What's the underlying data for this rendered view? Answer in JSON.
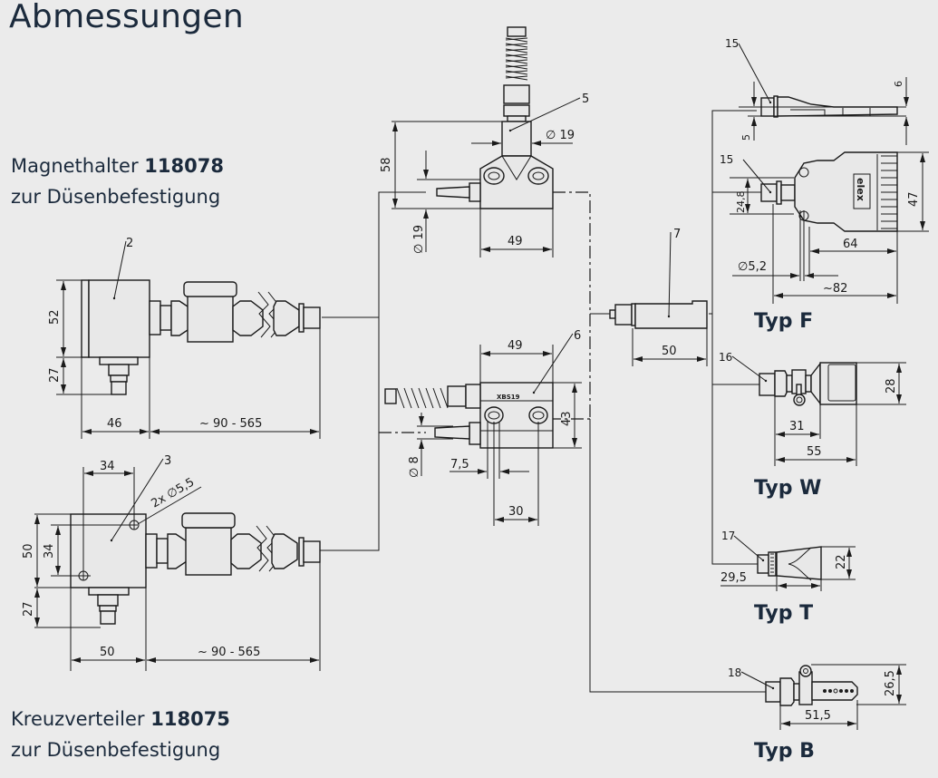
{
  "page": {
    "title": "Abmessungen",
    "colors": {
      "background": "#ebebeb",
      "text": "#1b2a3c",
      "line": "#1a1a1a"
    }
  },
  "captions": {
    "magnethalter": {
      "name": "Magnethalter",
      "code": "118078",
      "sub": "zur Düsenbefestigung"
    },
    "kreuzverteiler": {
      "name": "Kreuzverteiler",
      "code": "118075",
      "sub": "zur Düsenbefestigung"
    }
  },
  "nozzle_types": {
    "F": "Typ F",
    "W": "Typ W",
    "T": "Typ T",
    "B": "Typ B"
  },
  "parts": {
    "magnethalter": {
      "ref": "2",
      "dims": {
        "height": "52",
        "foot": "27",
        "width": "46",
        "hose": "~ 90 - 565"
      }
    },
    "kreuzverteiler": {
      "ref": "3",
      "holes": "2x ∅5,5",
      "dims": {
        "hole_spacing_x": "34",
        "hole_spacing_y": "34",
        "height": "50",
        "foot": "27",
        "width": "50",
        "hose": "~ 90 - 565"
      }
    },
    "part5": {
      "ref": "5",
      "dims": {
        "height": "58",
        "dia_top": "∅ 19",
        "dia_side": "∅ 19",
        "width": "49"
      }
    },
    "part6": {
      "ref": "6",
      "label": "XBS19",
      "dims": {
        "width": "49",
        "height": "43",
        "dia": "∅ 8",
        "slot": "7,5",
        "spacing": "30"
      }
    },
    "part7": {
      "ref": "7",
      "dims": {
        "length": "50"
      }
    },
    "typ_f_side": {
      "ref": "15",
      "dims": {
        "a": "6",
        "b": "5"
      }
    },
    "typ_f": {
      "ref": "15",
      "dims": {
        "h": "24,8",
        "height": "47",
        "width": "64",
        "total": "~82",
        "dia": "∅5,2"
      },
      "logo": "elex"
    },
    "typ_w": {
      "ref": "16",
      "dims": {
        "height": "28",
        "a": "31",
        "b": "55"
      }
    },
    "typ_t": {
      "ref": "17",
      "dims": {
        "height": "22",
        "length": "29,5"
      }
    },
    "typ_b": {
      "ref": "18",
      "dims": {
        "height": "26,5",
        "length": "51,5"
      }
    }
  }
}
